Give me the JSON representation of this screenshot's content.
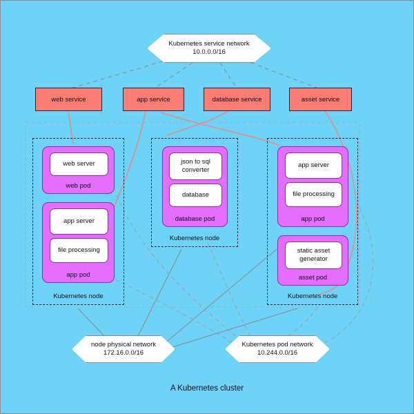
{
  "diagram": {
    "caption": "A Kubernetes cluster",
    "colors": {
      "background": "#6fd3f7",
      "service_fill": "#fb7c72",
      "service_border": "#16244e",
      "pod_fill": "#e56dfb",
      "pod_border": "#8a2fa8",
      "container_fill": "#ffffff",
      "network_fill": "#ffffff",
      "service_link": "#e98a86",
      "node_link": "#8a9099",
      "pod_link": "#9aa3ad"
    },
    "networks": [
      {
        "name": "service-network",
        "title": "Kubernetes service network",
        "cidr": "10.0.0.0/16"
      },
      {
        "name": "node-physical-network",
        "title": "node physical network",
        "cidr": "172.16.0.0/16"
      },
      {
        "name": "pod-network",
        "title": "Kubernetes pod network",
        "cidr": "10.244.0.0/16"
      }
    ],
    "services": [
      {
        "name": "web-service",
        "label": "web service"
      },
      {
        "name": "app-service",
        "label": "app service"
      },
      {
        "name": "database-service",
        "label": "database service"
      },
      {
        "name": "asset-service",
        "label": "asset service"
      }
    ],
    "nodes": [
      {
        "name": "node-left",
        "label": "Kubernetes node",
        "pods": [
          {
            "name": "web-pod",
            "label": "web pod",
            "containers": [
              {
                "label": "web server"
              }
            ]
          },
          {
            "name": "app-pod",
            "label": "app pod",
            "containers": [
              {
                "label": "app server"
              },
              {
                "label": "file processing"
              }
            ]
          }
        ]
      },
      {
        "name": "node-middle",
        "label": "Kubernetes node",
        "pods": [
          {
            "name": "database-pod",
            "label": "database pod",
            "containers": [
              {
                "label": "json to sql converter"
              },
              {
                "label": "database"
              }
            ]
          }
        ]
      },
      {
        "name": "node-right",
        "label": "Kubernetes node",
        "pods": [
          {
            "name": "app-pod",
            "label": "app pod",
            "containers": [
              {
                "label": "app server"
              },
              {
                "label": "file processing"
              }
            ]
          },
          {
            "name": "asset-pod",
            "label": "asset pod",
            "containers": [
              {
                "label": "static asset generator"
              }
            ]
          }
        ]
      }
    ]
  }
}
